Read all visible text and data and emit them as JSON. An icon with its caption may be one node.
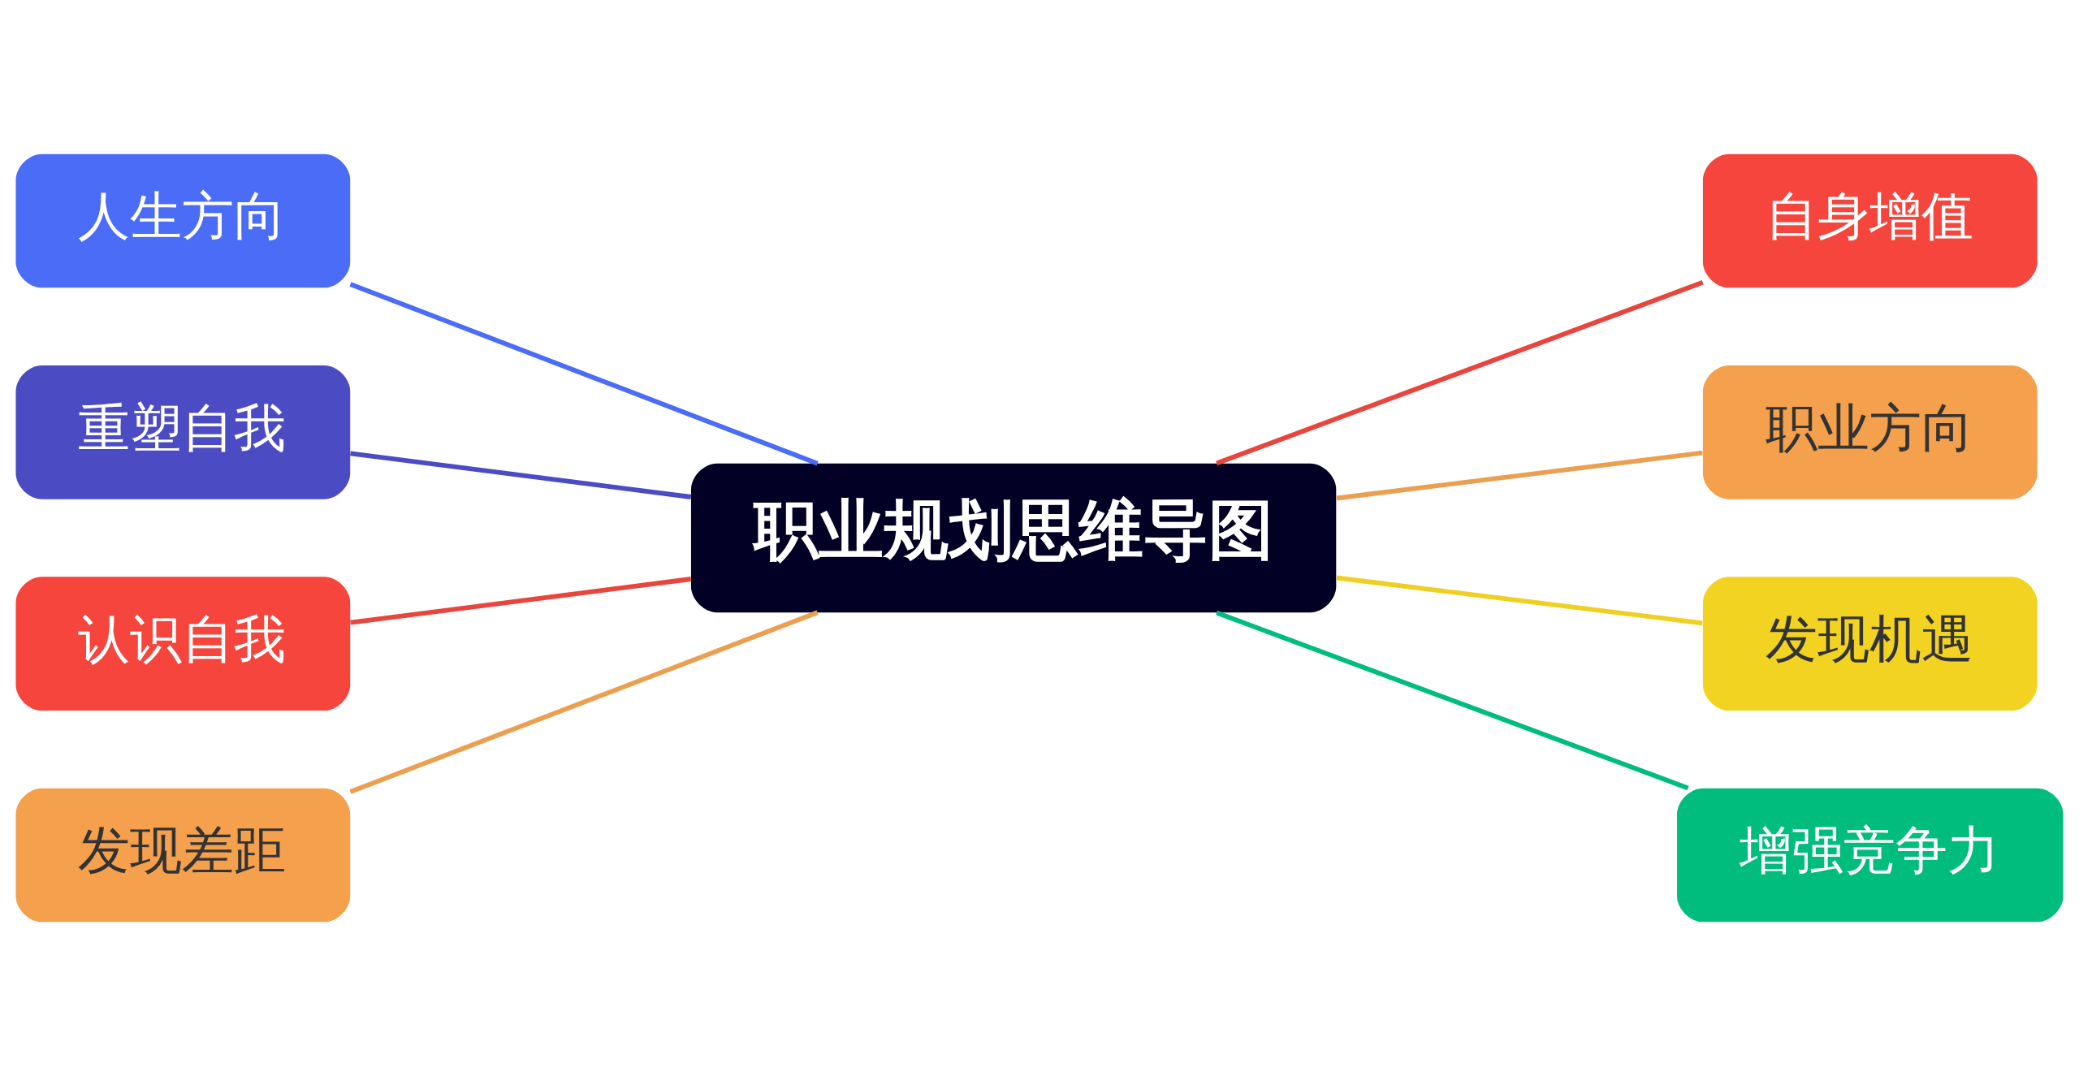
{
  "diagram": {
    "nodes": [
      {
        "text": [
          "职业规划思维导图"
        ]
      },
      {
        "text": [
          "人生方向"
        ]
      },
      {
        "text": [
          "重塑自我"
        ]
      },
      {
        "text": [
          "认识自我"
        ]
      },
      {
        "text": [
          "发现差距"
        ]
      },
      {
        "text": [
          "自身增值"
        ]
      },
      {
        "text": [
          "职业方向"
        ]
      },
      {
        "text": [
          "发现机遇"
        ]
      },
      {
        "text": [
          "增强竞争力"
        ]
      }
    ],
    "edges": [
      {
        "from": 0,
        "to": 1,
        "arrow": "none",
        "color": "#4a6cf7"
      },
      {
        "from": 0,
        "to": 2,
        "arrow": "none",
        "color": "#4b4bc4"
      },
      {
        "from": 0,
        "to": 3,
        "arrow": "none",
        "color": "#e8453d"
      },
      {
        "from": 0,
        "to": 4,
        "arrow": "none",
        "color": "#eaa050"
      },
      {
        "from": 0,
        "to": 5,
        "arrow": "none",
        "color": "#e8453d"
      },
      {
        "from": 0,
        "to": 6,
        "arrow": "none",
        "color": "#eaa050"
      },
      {
        "from": 0,
        "to": 7,
        "arrow": "none",
        "color": "#efd022"
      },
      {
        "from": 0,
        "to": 8,
        "arrow": "none",
        "color": "#00bd7e"
      }
    ]
  }
}
